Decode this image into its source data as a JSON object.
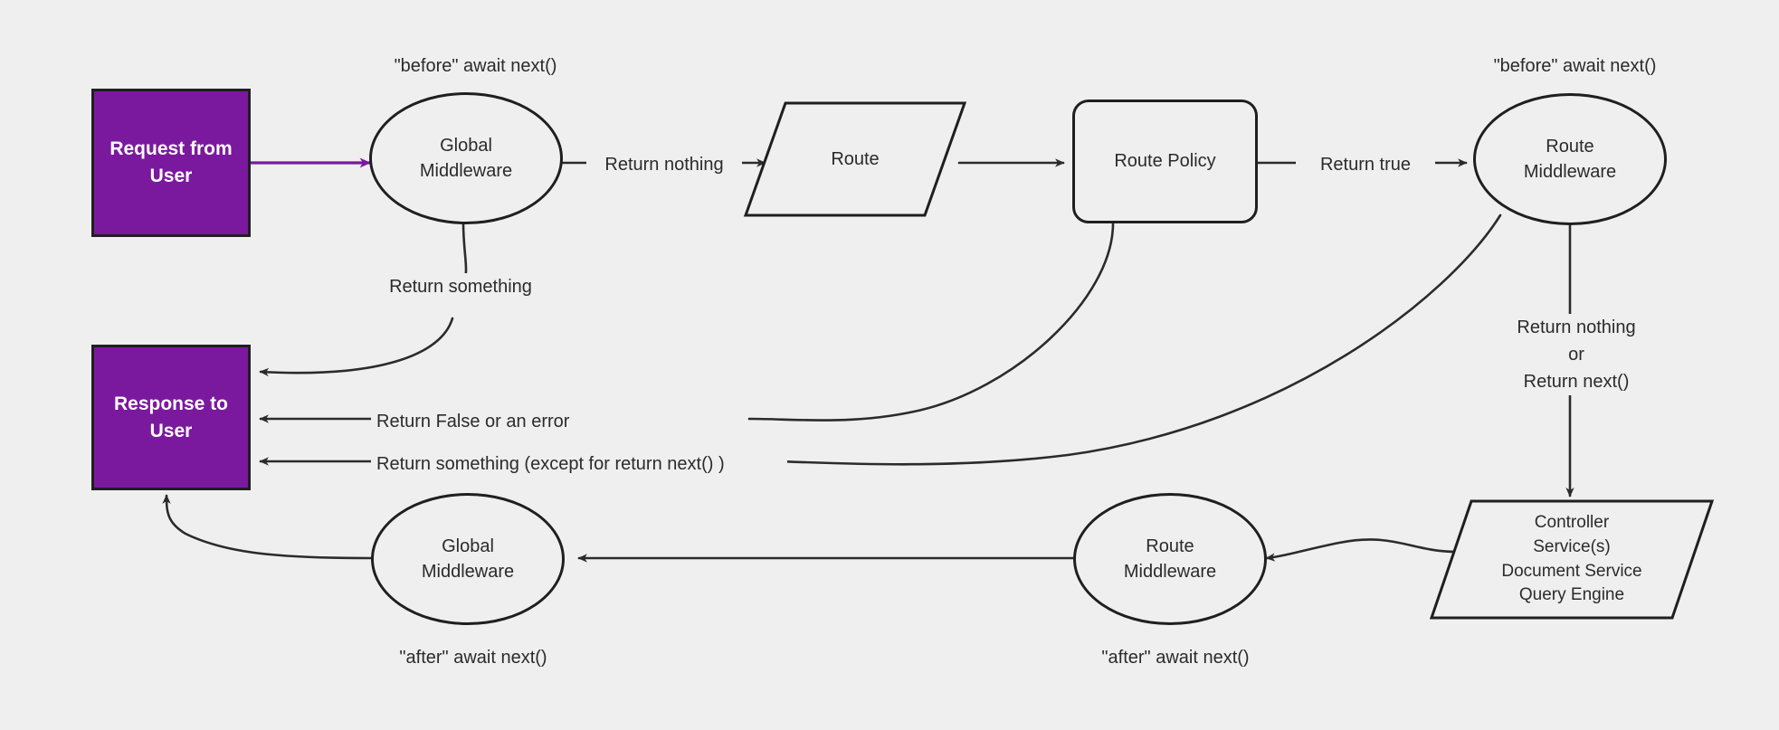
{
  "diagram": {
    "title": "Request lifecycle middleware flow",
    "background_color": "#efefef",
    "accent_color": "#7B199E",
    "stroke_color": "#1f1f1f",
    "text_color": "#2b2b2b"
  },
  "nodes": {
    "request_from_user": {
      "label": "Request from\nUser",
      "shape": "rectangle",
      "fill": "#7B199E"
    },
    "global_middleware_before": {
      "label": "Global\nMiddleware",
      "shape": "ellipse"
    },
    "route": {
      "label": "Route",
      "shape": "parallelogram"
    },
    "route_policy": {
      "label": "Route Policy",
      "shape": "rounded-rectangle"
    },
    "route_middleware_before": {
      "label": "Route\nMiddleware",
      "shape": "ellipse"
    },
    "response_to_user": {
      "label": "Response to\nUser",
      "shape": "rectangle",
      "fill": "#7B199E"
    },
    "controller_stack": {
      "label": "Controller\nService(s)\nDocument Service\nQuery Engine",
      "shape": "parallelogram"
    },
    "route_middleware_after": {
      "label": "Route\nMiddleware",
      "shape": "ellipse"
    },
    "global_middleware_after": {
      "label": "Global\nMiddleware",
      "shape": "ellipse"
    }
  },
  "annotations": {
    "before_await_next_left": "\"before\" await next()",
    "before_await_next_right": "\"before\" await next()",
    "after_await_next_left": "\"after\" await next()",
    "after_await_next_center": "\"after\" await next()"
  },
  "edges": {
    "request_to_global": {
      "label": "",
      "color": "#7B199E"
    },
    "global_to_route": {
      "label": "Return nothing"
    },
    "route_to_policy": {
      "label": ""
    },
    "policy_to_route_middleware": {
      "label": "Return true"
    },
    "global_return_something": {
      "label": "Return something"
    },
    "policy_return_false": {
      "label": "Return False or an error"
    },
    "route_mw_return_something": {
      "label": "Return something (except for return next() )"
    },
    "route_mw_to_controller": {
      "label": "Return nothing\nor\nReturn next()"
    },
    "controller_to_route_mw_after": {
      "label": ""
    },
    "route_mw_after_to_global_after": {
      "label": ""
    },
    "global_after_to_response": {
      "label": ""
    }
  }
}
